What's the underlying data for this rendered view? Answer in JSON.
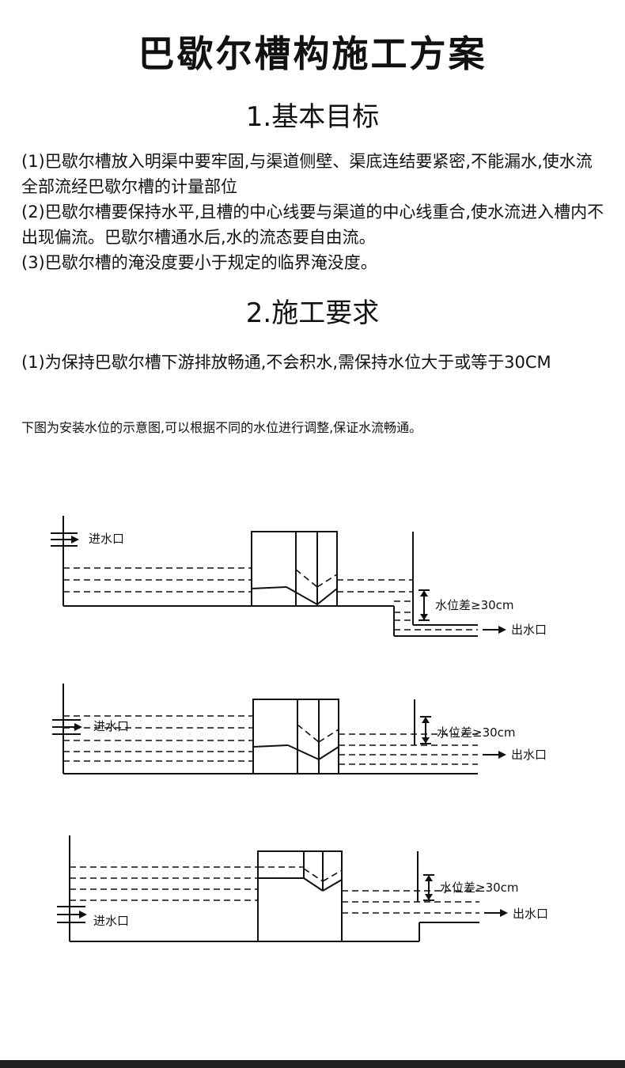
{
  "title": "巴歇尔槽构施工方案",
  "sections": [
    {
      "heading": "1.基本目标",
      "items": [
        "(1)巴歇尔槽放入明渠中要牢固,与渠道侧壁、渠底连结要紧密,不能漏水,使水流全部流经巴歇尔槽的计量部位",
        "(2)巴歇尔槽要保持水平,且槽的中心线要与渠道的中心线重合,使水流进入槽内不出现偏流。巴歇尔槽通水后,水的流态要自由流。",
        "(3)巴歇尔槽的淹没度要小于规定的临界淹没度。"
      ]
    },
    {
      "heading": "2.施工要求",
      "items": [
        "(1)为保持巴歇尔槽下游排放畅通,不会积水,需保持水位大于或等于30CM"
      ]
    }
  ],
  "note": "下图为安装水位的示意图,可以根据不同的水位进行调整,保证水流畅通。",
  "diagram": {
    "inlet_label": "进水口",
    "outlet_label": "出水口",
    "level_diff_label": "水位差≥30cm"
  },
  "colors": {
    "text": "#111111",
    "line": "#111111",
    "bottom_bar": "#222222"
  }
}
